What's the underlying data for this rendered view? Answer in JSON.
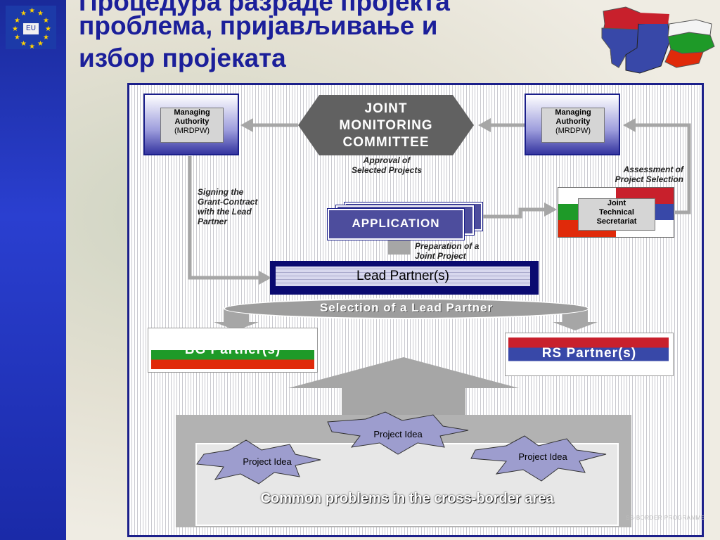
{
  "title": {
    "cut_line": "Процедура разраде пројекта",
    "line1": "проблема, пријављивање и",
    "line2": "избор пројеката"
  },
  "eu_logo": {
    "label": "EU"
  },
  "diagram": {
    "managing_authority_left": {
      "line1": "Managing",
      "line2": "Authority",
      "line3": "(MRDPW)"
    },
    "managing_authority_right": {
      "line1": "Managing",
      "line2": "Authority",
      "line3": "(MRDPW)"
    },
    "jmc": {
      "line1": "JOINT",
      "line2": "MONITORING",
      "line3": "COMMITTEE"
    },
    "approval_note": {
      "line1": "Approval of",
      "line2": "Selected Projects"
    },
    "assessment_note": {
      "line1": "Assessment of",
      "line2": "Project Selection"
    },
    "signing_note": {
      "line1": "Signing the",
      "line2": "Grant-Contract",
      "line3": "with the Lead",
      "line4": "Partner"
    },
    "application": "APPLICATION",
    "jts": {
      "line1": "Joint",
      "line2": "Technical",
      "line3": "Secretariat"
    },
    "preparation_note": {
      "line1": "Preparation of a",
      "line2": "Joint Project"
    },
    "lead_partner": "Lead Partner(s)",
    "selection_label": "Selection of a Lead Partner",
    "bg_partner": "BG Partner(s)",
    "rs_partner": "RS Partner(s)",
    "project_ideas": [
      "Project Idea",
      "Project Idea",
      "Project Idea"
    ],
    "common_problems": "Common problems in the cross-border area"
  },
  "footer": "SS-BORDER PROGRAMME",
  "colors": {
    "title": "#1b1f9a",
    "frame": "#1b1f8a",
    "jmc": "#616161",
    "bg_green": "#1e9a28",
    "bg_red": "#e02a0a",
    "rs_red": "#c8202c",
    "rs_blue": "#3848a8"
  }
}
